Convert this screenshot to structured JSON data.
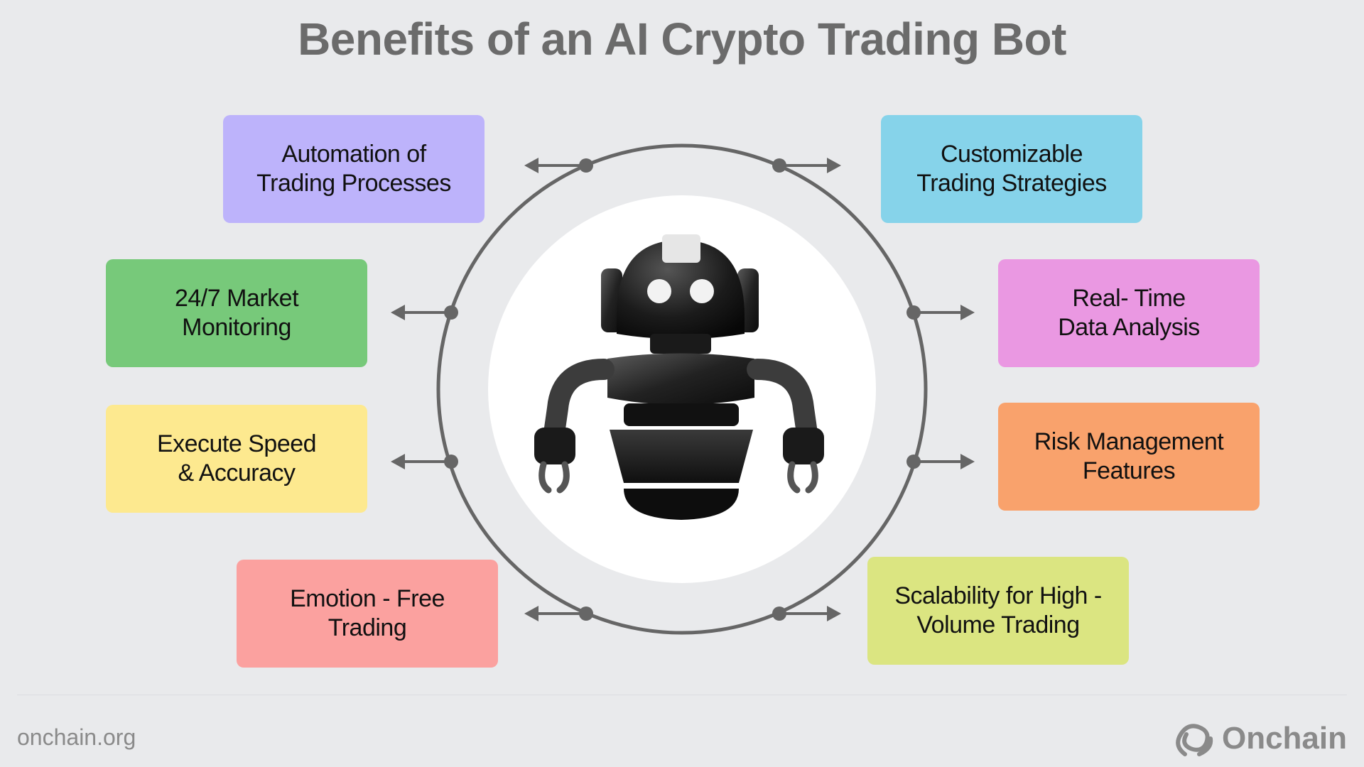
{
  "title": "Benefits of an AI Crypto Trading Bot",
  "benefits": [
    {
      "line1": "Automation of",
      "line2": "Trading Processes",
      "color": "#bdb3fb"
    },
    {
      "line1": "24/7 Market",
      "line2": "Monitoring",
      "color": "#77c97a"
    },
    {
      "line1": "Execute Speed",
      "line2": "& Accuracy",
      "color": "#fde98f"
    },
    {
      "line1": "Emotion - Free",
      "line2": "Trading",
      "color": "#fba19f"
    },
    {
      "line1": "Customizable",
      "line2": "Trading Strategies",
      "color": "#86d3ea"
    },
    {
      "line1": "Real- Time",
      "line2": "Data Analysis",
      "color": "#ea98e2"
    },
    {
      "line1": "Risk Management",
      "line2": "Features",
      "color": "#f9a26c"
    },
    {
      "line1": "Scalability for High -",
      "line2": "Volume Trading",
      "color": "#dbe581"
    }
  ],
  "footer": {
    "url": "onchain.org",
    "brand": "Onchain"
  },
  "icons": {
    "center": "robot-icon",
    "brand": "onchain-logo-icon"
  }
}
